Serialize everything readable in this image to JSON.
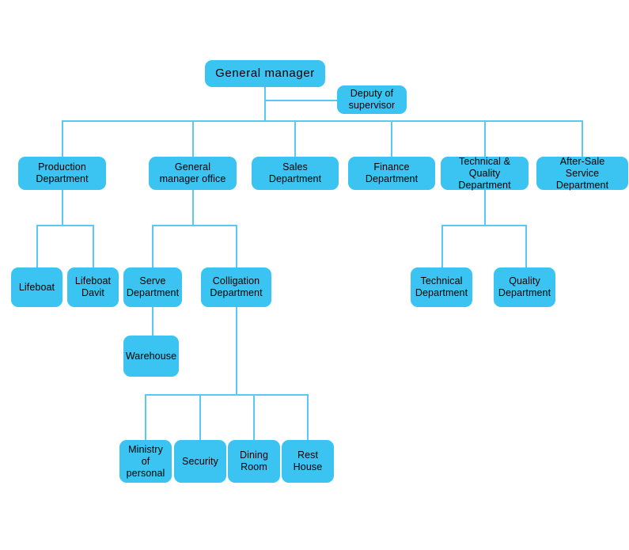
{
  "meta": {
    "title": "Company Organization Chart",
    "box_color": "#3BC3F2",
    "line_color": "#5BC9F5",
    "text_color": "#000000",
    "background": "#ffffff"
  },
  "nodes": {
    "general_manager": {
      "label": "General manager"
    },
    "deputy_supervisor": {
      "label": "Deputy of\nsupervisor"
    },
    "production_department": {
      "label": "Production\nDepartment"
    },
    "general_manager_office": {
      "label": "General\nmanager office"
    },
    "sales_department": {
      "label": "Sales\nDepartment"
    },
    "finance_department": {
      "label": "Finance\nDepartment"
    },
    "technical_quality": {
      "label": "Technical & Quality\nDepartment"
    },
    "after_sale_service": {
      "label": "After-Sale\nService Department"
    },
    "lifeboat": {
      "label": "Lifeboat"
    },
    "lifeboat_davit": {
      "label": "Lifeboat\nDavit"
    },
    "serve_department": {
      "label": "Serve\nDepartment"
    },
    "colligation_department": {
      "label": "Colligation\nDepartment"
    },
    "technical_department": {
      "label": "Technical\nDepartment"
    },
    "quality_department": {
      "label": "Quality\nDepartment"
    },
    "warehouse": {
      "label": "Warehouse"
    },
    "ministry_of_personal": {
      "label": "Ministry\nof  personal"
    },
    "security": {
      "label": "Security"
    },
    "dining_room": {
      "label": "Dining\nRoom"
    },
    "rest_house": {
      "label": "Rest\nHouse"
    }
  },
  "hierarchy": {
    "root": "general_manager",
    "edges": [
      {
        "from": "general_manager",
        "to": "deputy_supervisor"
      },
      {
        "from": "general_manager",
        "to": "production_department"
      },
      {
        "from": "general_manager",
        "to": "general_manager_office"
      },
      {
        "from": "general_manager",
        "to": "sales_department"
      },
      {
        "from": "general_manager",
        "to": "finance_department"
      },
      {
        "from": "general_manager",
        "to": "technical_quality"
      },
      {
        "from": "general_manager",
        "to": "after_sale_service"
      },
      {
        "from": "production_department",
        "to": "lifeboat"
      },
      {
        "from": "production_department",
        "to": "lifeboat_davit"
      },
      {
        "from": "general_manager_office",
        "to": "serve_department"
      },
      {
        "from": "general_manager_office",
        "to": "colligation_department"
      },
      {
        "from": "technical_quality",
        "to": "technical_department"
      },
      {
        "from": "technical_quality",
        "to": "quality_department"
      },
      {
        "from": "serve_department",
        "to": "warehouse"
      },
      {
        "from": "colligation_department",
        "to": "ministry_of_personal"
      },
      {
        "from": "colligation_department",
        "to": "security"
      },
      {
        "from": "colligation_department",
        "to": "dining_room"
      },
      {
        "from": "colligation_department",
        "to": "rest_house"
      }
    ]
  }
}
